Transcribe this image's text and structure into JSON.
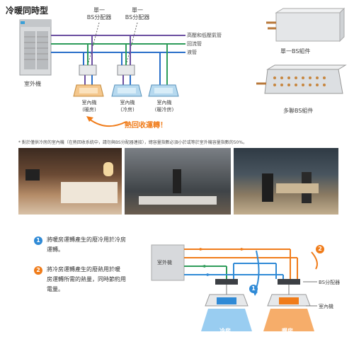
{
  "top": {
    "title": "冷暖同時型",
    "bs_single_left": [
      "單一",
      "BS分配器"
    ],
    "bs_single_right": [
      "單一",
      "BS分配器"
    ],
    "pipe_labels": [
      "高壓和低壓氣管",
      "回流管",
      "液管"
    ],
    "outdoor_label": "室外機",
    "indoor_units": [
      [
        "室內機",
        "(暖房)"
      ],
      [
        "室內機",
        "(冷房)"
      ],
      [
        "室內機",
        "(暖冷房)"
      ]
    ],
    "heat_recovery": "熱回收運轉！",
    "single_bs_caption": "單一BS組件",
    "multi_bs_caption": "多聯BS組件",
    "note": "* 對於僅供冷房的室內機（在熱回收系統中，請勿與BS分配器連接），總容量指數必須小於或等於室外機容量指數的50%。"
  },
  "legend": {
    "item1_num": "1",
    "item1_text": [
      "將暖房運轉產生的廢冷用於冷房",
      "運轉。"
    ],
    "item2_num": "2",
    "item2_text": [
      "將冷房運轉產生的廢熱用於暖",
      "房運轉所需的熱量，同時節約用",
      "電量。"
    ]
  },
  "bottom_diagram": {
    "outdoor_label": "室外機",
    "bs_label": "BS分配器",
    "indoor_label": "室內機",
    "cool_label": "冷房",
    "heat_label": "暖房",
    "num1": "1",
    "num2": "2"
  },
  "colors": {
    "pipe_gas": "#6b4fa0",
    "pipe_return": "#2e9c5a",
    "pipe_liquid": "#2a6fc9",
    "accent_orange": "#f07c1a",
    "accent_blue": "#2f8ad6",
    "title_line": "#e36b12"
  }
}
